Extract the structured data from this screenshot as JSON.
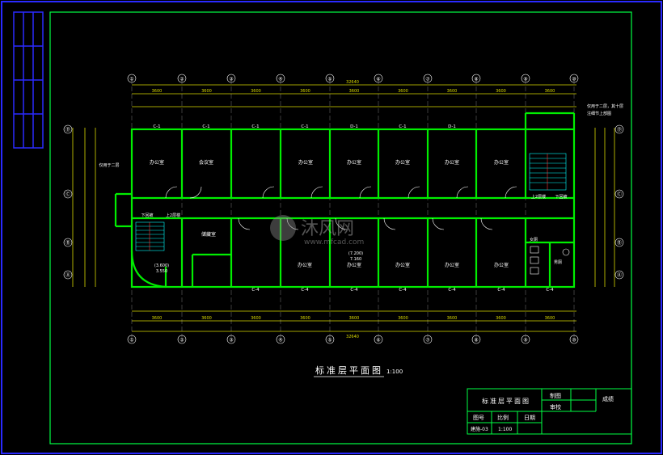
{
  "colors": {
    "background": "#000000",
    "frame": "#2a2aff",
    "inner_frame": "#00ff44",
    "walls": "#00ee00",
    "dims": "#d9d900",
    "grid": "#ffffff",
    "text": "#ffffff",
    "accent": "#00ffff",
    "red": "#ff3333"
  },
  "drawing": {
    "title": "标准层平面图",
    "scale": "1:100",
    "overall_dim": "32640",
    "top_dims": [
      "3600",
      "3600",
      "3600",
      "3600",
      "3600",
      "3600",
      "3600",
      "3600",
      "3600"
    ],
    "bottom_dims": [
      "3600",
      "3600",
      "3600",
      "3600",
      "3600",
      "3600",
      "3600",
      "3600",
      "3600"
    ],
    "axis_top": [
      "①",
      "②",
      "③",
      "④",
      "⑤",
      "⑥",
      "⑦",
      "⑧",
      "⑨",
      "⑩"
    ],
    "axis_left": [
      "Ⓐ",
      "Ⓑ",
      "Ⓒ",
      "Ⓓ"
    ],
    "window_labels_top": [
      "C-1",
      "C-1",
      "C-1",
      "C-1",
      "D-1",
      "C-1",
      "D-1"
    ],
    "window_labels_bottom": [
      "C-4",
      "C-4",
      "C-4",
      "C-4",
      "C-4",
      "C-4",
      "C-4"
    ],
    "rooms_north": [
      "办公室",
      "会议室",
      "办公室",
      "办公室",
      "办公室",
      "办公室",
      "办公室"
    ],
    "rooms_south": [
      "储藏室",
      "办公室",
      "办公室",
      "办公室",
      "办公室",
      "办公室"
    ],
    "labels": {
      "stair_up": "上2层楼",
      "stair_down": "下回被",
      "corridor_note": "仅用于二层",
      "toilet_w": "女厕",
      "toilet_m": "男厕",
      "elev1": "(3.600)",
      "elev2": "3.550",
      "elev3": "(7.200)",
      "elev4": "7.160",
      "note_right": "仅用于二层，其十层",
      "note_right2": "注细节上部图"
    }
  },
  "title_block": {
    "name": "标准层平面图",
    "drawn": "制图",
    "checked": "审校",
    "grade": "成绩",
    "drawing_no_label": "图号",
    "scale_label": "比例",
    "date_label": "日期",
    "drawing_no": "建施-03",
    "scale": "1:100"
  },
  "watermark": {
    "brand": "沐风网",
    "url": "www.mfcad.com"
  }
}
